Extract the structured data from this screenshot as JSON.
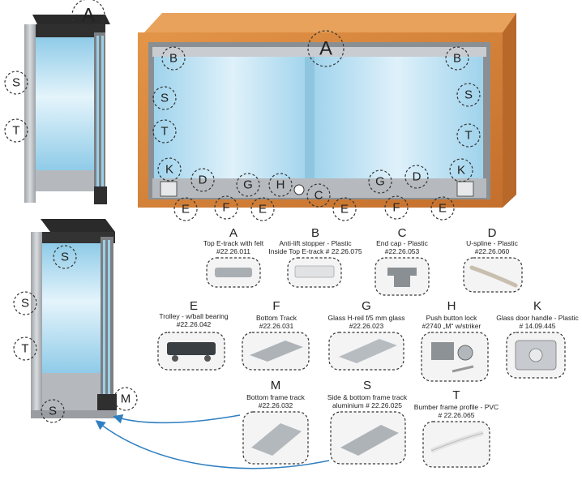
{
  "cabinet_callouts": {
    "A": "A",
    "B": "B",
    "S": "S",
    "T": "T",
    "K": "K",
    "D": "D",
    "G": "G",
    "H": "H",
    "C": "C",
    "E": "E",
    "F": "F",
    "M": "M"
  },
  "parts": [
    {
      "letter": "A",
      "name": "Top E-track with felt",
      "code": "#22.26.011"
    },
    {
      "letter": "B",
      "name": "Anti-lift stopper - Plastic",
      "code": "Inside Top E-track  # 22.26.075"
    },
    {
      "letter": "C",
      "name": "End cap - Plastic",
      "code": "#22.26.053"
    },
    {
      "letter": "D",
      "name": "U-spline - Plastic",
      "code": "#22.26.060"
    },
    {
      "letter": "E",
      "name": "Trolley - w/ball bearing",
      "code": "#22.26.042"
    },
    {
      "letter": "F",
      "name": "Bottom Track",
      "code": "#22.26.031"
    },
    {
      "letter": "G",
      "name": "Glass H-reil f/5 mm glass",
      "code": "#22.26.023"
    },
    {
      "letter": "H",
      "name": "Push button lock",
      "code": "#2740 „M“ w/striker"
    },
    {
      "letter": "K",
      "name": "Glass door handle - Plastic",
      "code": "# 14.09.445"
    },
    {
      "letter": "M",
      "name": "Bottom frame track",
      "code": "#22.26.032"
    },
    {
      "letter": "S",
      "name": "Side & bottom frame track",
      "code": "aluminium # 22.26.025"
    },
    {
      "letter": "T",
      "name": "Bumber frame profile - PVC",
      "code": "# 22.26.065"
    }
  ],
  "colors": {
    "wood": "#d9843a",
    "wood_dark": "#b86a2a",
    "glass": "#bfe3f2",
    "aluminium": "#b8bcc0",
    "arrow": "#2f7fc1"
  }
}
